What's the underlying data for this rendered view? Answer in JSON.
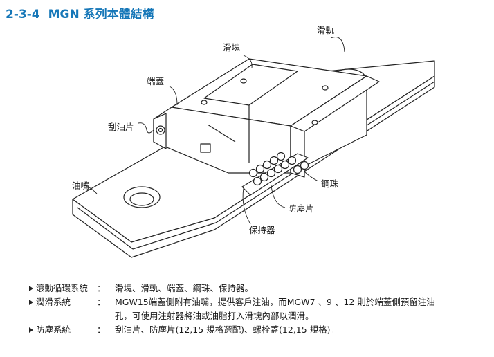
{
  "heading": {
    "number": "2-3-4",
    "title": "MGN 系列本體結構"
  },
  "labels": {
    "rail": "滑軌",
    "block": "滑塊",
    "end_cap": "端蓋",
    "scraper": "刮油片",
    "grease_nipple": "油嘴",
    "steel_ball": "鋼珠",
    "dust_seal": "防塵片",
    "retainer": "保持器"
  },
  "specs": [
    {
      "key": "滾動循環系統",
      "colon": "：",
      "lines": [
        "滑塊、滑軌、端蓋、鋼珠、保持器。"
      ]
    },
    {
      "key": "潤滑系統",
      "colon": "：",
      "lines": [
        "MGW15端蓋側附有油嘴，提供客戶注油，而MGW7 、9 、12 則於端蓋側預留注油",
        "孔，可使用注射器將油或油脂打入滑塊內部以潤滑。"
      ]
    },
    {
      "key": "防塵系統",
      "colon": "：",
      "lines": [
        "刮油片、防塵片(12,15 規格選配)、螺栓蓋(12,15 規格)。"
      ]
    }
  ],
  "colors": {
    "heading": "#1677b8",
    "line": "#222222"
  }
}
